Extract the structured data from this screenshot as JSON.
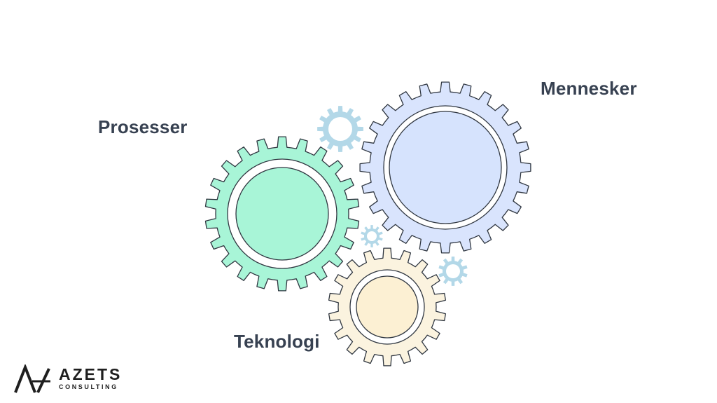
{
  "labels": {
    "processes": "Prosesser",
    "people": "Mennesker",
    "technology": "Teknologi"
  },
  "logo": {
    "name": "AZETS",
    "subtitle": "CONSULTING"
  },
  "colors": {
    "processes_gear": "#a8f5d7",
    "processes_hub": "#a8f5d7",
    "people_gear": "#d9e4fd",
    "people_hub": "#d6e3fd",
    "technology_gear": "#fbf3df",
    "technology_hub": "#fcf0d3",
    "small_gear": "#b3d8e8",
    "outline": "#2f3640",
    "label_text": "#374151"
  }
}
